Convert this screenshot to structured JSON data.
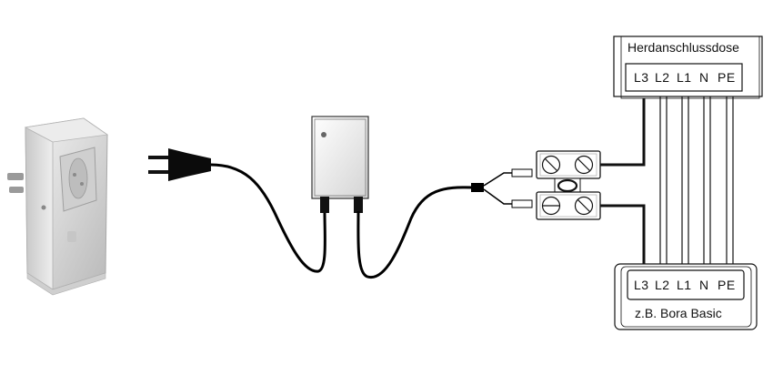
{
  "top_box": {
    "title": "Herdanschlussdose",
    "terminals": [
      "L3",
      "L2",
      "L1",
      "N",
      "PE"
    ]
  },
  "bottom_box": {
    "title": "z.B. Bora Basic",
    "terminals": [
      "L3",
      "L2",
      "L1",
      "N",
      "PE"
    ]
  },
  "icons": {
    "adapter": "wireless-socket-adapter-icon",
    "plug": "power-plug-icon",
    "relay": "relay-box-icon",
    "terminal": "screw-terminal-block-icon"
  },
  "colors": {
    "line": "#111111",
    "cable": "#000000",
    "adapter_body": "#d9d9d9"
  }
}
